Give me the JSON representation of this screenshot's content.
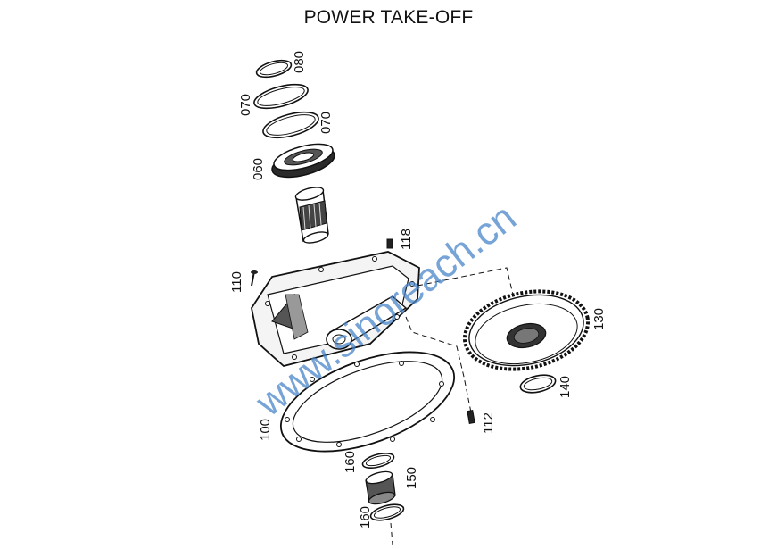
{
  "title": "POWER TAKE-OFF",
  "watermark": "www.sinoreach.cn",
  "parts": [
    {
      "id": "080",
      "label": "080"
    },
    {
      "id": "070a",
      "label": "070"
    },
    {
      "id": "070b",
      "label": "070"
    },
    {
      "id": "060",
      "label": "060"
    },
    {
      "id": "118",
      "label": "118"
    },
    {
      "id": "110",
      "label": "110"
    },
    {
      "id": "130",
      "label": "130"
    },
    {
      "id": "140",
      "label": "140"
    },
    {
      "id": "112",
      "label": "112"
    },
    {
      "id": "100",
      "label": "100"
    },
    {
      "id": "160a",
      "label": "160"
    },
    {
      "id": "150",
      "label": "150"
    },
    {
      "id": "160b",
      "label": "160"
    }
  ]
}
